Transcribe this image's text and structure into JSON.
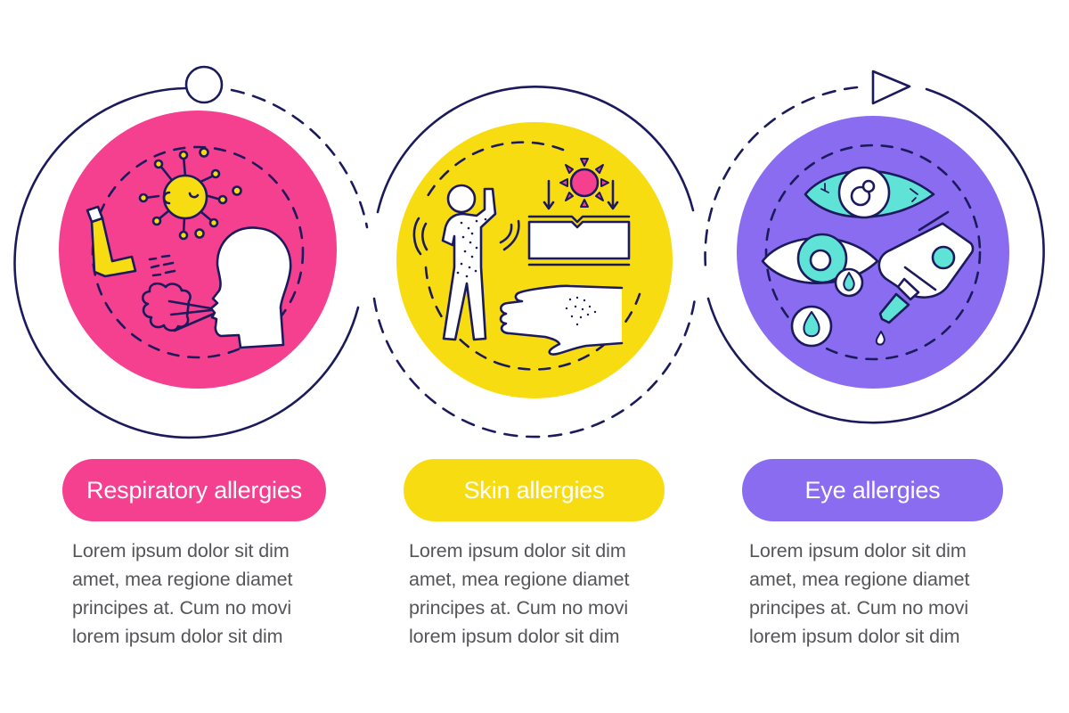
{
  "colors": {
    "outline": "#1b1a5c",
    "pink": "#f5408f",
    "yellow": "#f8dc12",
    "purple": "#8a6cf0",
    "teal": "#5fe3d6",
    "text": "#555559",
    "white": "#ffffff"
  },
  "flow": {
    "start_marker": "open-circle",
    "end_marker": "play-triangle"
  },
  "steps": [
    {
      "title": "Respiratory allergies",
      "color": "#f5408f",
      "icons": [
        "inhaler-icon",
        "virus-icon",
        "sneezing-head-icon",
        "breath-cloud-icon"
      ],
      "body": [
        "Lorem ipsum dolor sit dim",
        "amet, mea regione diamet",
        "principes at. Cum no movi",
        "lorem ipsum dolor sit dim"
      ]
    },
    {
      "title": "Skin allergies",
      "color": "#f8dc12",
      "icons": [
        "itching-person-icon",
        "sun-icon",
        "skin-layer-icon",
        "rash-hand-icon"
      ],
      "body": [
        "Lorem ipsum dolor sit dim",
        "amet, mea regione diamet",
        "principes at. Cum no movi",
        "lorem ipsum dolor sit dim"
      ]
    },
    {
      "title": "Eye allergies",
      "color": "#8a6cf0",
      "icons": [
        "red-eye-icon",
        "teary-eye-icon",
        "tear-drop-icon",
        "eye-drops-bottle-icon"
      ],
      "body": [
        "Lorem ipsum dolor sit dim",
        "amet, mea regione diamet",
        "principes at. Cum no movi",
        "lorem ipsum dolor sit dim"
      ]
    }
  ]
}
